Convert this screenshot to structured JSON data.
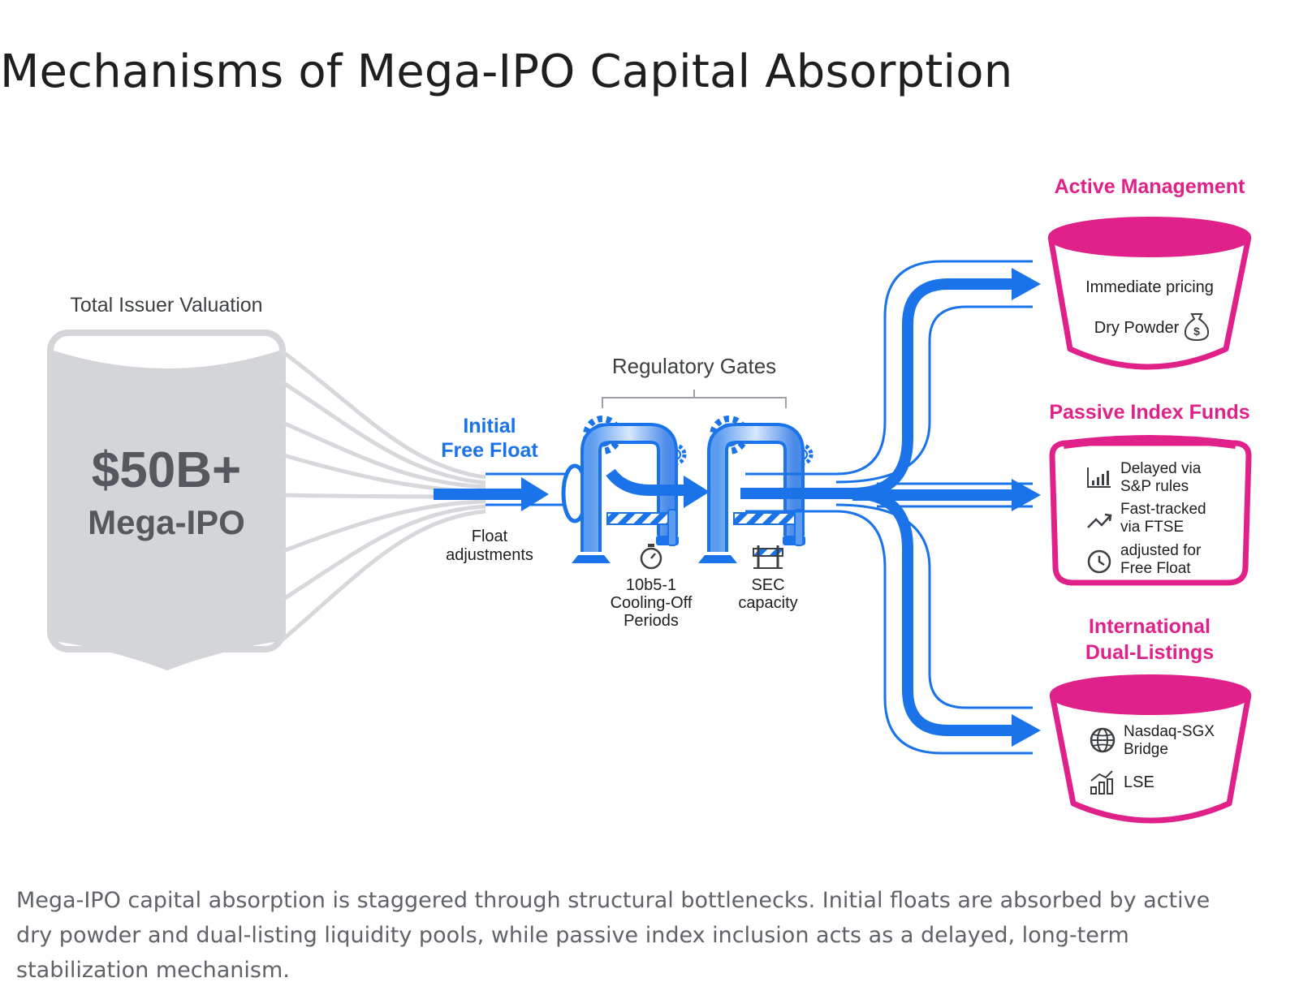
{
  "title": "Mechanisms of Mega-IPO Capital Absorption",
  "caption": "Mega-IPO capital absorption is staggered through structural bottlenecks. Initial floats are absorbed by active dry powder and dual-listing liquidity pools, while passive index inclusion acts as a delayed, long-term stabilization mechanism.",
  "source": {
    "label": "Total Issuer Valuation",
    "value": "$50B+",
    "name": "Mega-IPO"
  },
  "float": {
    "label_line1": "Initial",
    "label_line2": "Free Float",
    "adjust_line1": "Float",
    "adjust_line2": "adjustments"
  },
  "gates": {
    "label": "Regulatory Gates",
    "gate1": {
      "line1": "10b5-1",
      "line2": "Cooling-Off",
      "line3": "Periods",
      "icon": "stopwatch-icon"
    },
    "gate2": {
      "line1": "SEC",
      "line2": "capacity",
      "icon": "barrier-icon"
    }
  },
  "destinations": {
    "active": {
      "title": "Active Management",
      "item1": "Immediate pricing",
      "item2": "Dry Powder",
      "item2_icon": "money-bag-icon"
    },
    "passive": {
      "title": "Passive Index Funds",
      "item1_line1": "Delayed via",
      "item1_line2": "S&P rules",
      "item1_icon": "bar-chart-icon",
      "item2_line1": "Fast-tracked",
      "item2_line2": "via FTSE",
      "item2_icon": "trend-up-icon",
      "item3_line1": "adjusted for",
      "item3_line2": "Free Float",
      "item3_icon": "clock-icon"
    },
    "international": {
      "title_line1": "International",
      "title_line2": "Dual-Listings",
      "item1_line1": "Nasdaq-SGX",
      "item1_line2": "Bridge",
      "item1_icon": "globe-icon",
      "item2": "LSE",
      "item2_icon": "growth-chart-icon"
    }
  },
  "colors": {
    "flow_blue": "#1a73e8",
    "accent_pink": "#e0218a",
    "source_grey": "#d3d5d8"
  }
}
